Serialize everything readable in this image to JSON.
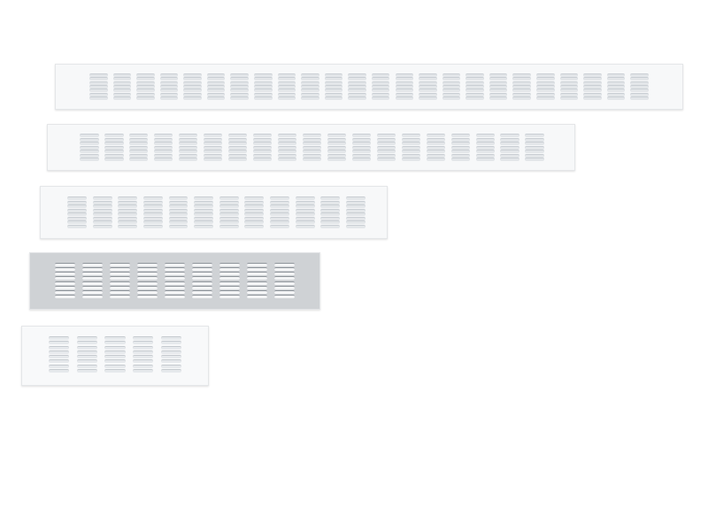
{
  "scene": {
    "background": "#ffffff",
    "grilles": [
      {
        "name": "extra-long-white-grille",
        "finish": "white",
        "plate": "#f7f8f9",
        "slot": "#e3e6e9",
        "slot_shadow": "#c9ced3",
        "columns": 24,
        "rows": 7
      },
      {
        "name": "long-white-grille",
        "finish": "white",
        "plate": "#f7f8f9",
        "slot": "#e3e6e9",
        "slot_shadow": "#c9ced3",
        "columns": 19,
        "rows": 7
      },
      {
        "name": "medium-white-grille",
        "finish": "white",
        "plate": "#f7f8f9",
        "slot": "#e3e6e9",
        "slot_shadow": "#c9ced3",
        "columns": 12,
        "rows": 8
      },
      {
        "name": "silver-aluminium-grille",
        "finish": "silver",
        "plate": "#cfd2d5",
        "slot": "#f4f5f6",
        "slot_shadow": "#8f959b",
        "columns": 9,
        "rows": 8
      },
      {
        "name": "short-white-grille",
        "finish": "white",
        "plate": "#f8f9fa",
        "slot": "#e6e9ec",
        "slot_shadow": "#c5cacf",
        "columns": 5,
        "rows": 8
      }
    ]
  }
}
